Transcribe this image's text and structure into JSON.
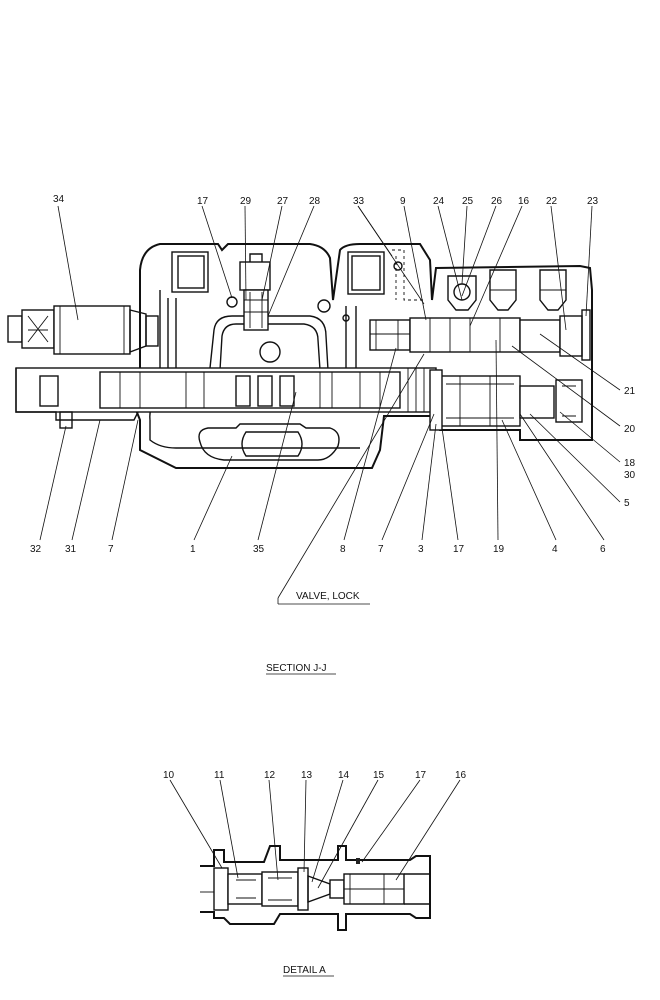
{
  "section_title": "SECTION  J-J",
  "detail_title": "DETAIL  A",
  "callout_valve_lock": "VALVE, LOCK",
  "section_parts": {
    "p34": "34",
    "p17a": "17",
    "p29": "29",
    "p27": "27",
    "p28": "28",
    "p33": "33",
    "p9": "9",
    "p24": "24",
    "p25": "25",
    "p26": "26",
    "p16": "16",
    "p22": "22",
    "p23": "23",
    "p21": "21",
    "p20": "20",
    "p18": "18",
    "p30": "30",
    "p5": "5",
    "p32": "32",
    "p31": "31",
    "p7a": "7",
    "p1": "1",
    "p35": "35",
    "p8": "8",
    "p7b": "7",
    "p3": "3",
    "p17b": "17",
    "p19": "19",
    "p4": "4",
    "p6": "6"
  },
  "detail_parts": {
    "d10": "10",
    "d11": "11",
    "d12": "12",
    "d13": "13",
    "d14": "14",
    "d15": "15",
    "d17": "17",
    "d16": "16"
  }
}
